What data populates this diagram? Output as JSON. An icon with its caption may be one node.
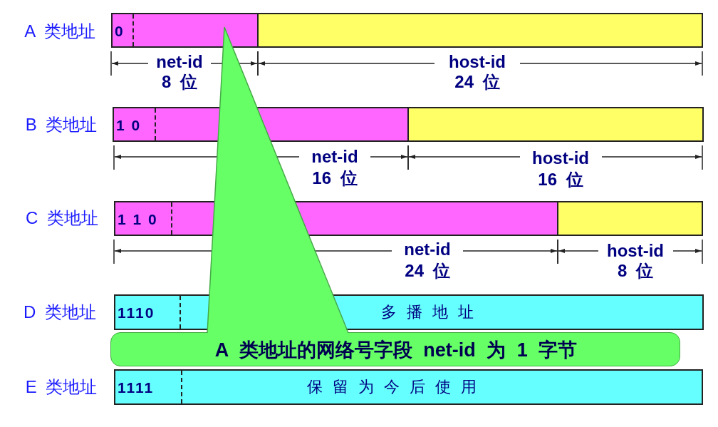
{
  "diagram": {
    "nodes": [
      {
        "text": [
          "0"
        ]
      },
      {
        "text": [],
        "shape": "box"
      },
      {
        "text": [
          "1 0"
        ]
      },
      {
        "text": [],
        "shape": "box"
      },
      {
        "text": [
          "1 1 0"
        ]
      },
      {
        "text": [],
        "shape": "box"
      },
      {
        "text": [
          "1110",
          "多 播 地 址"
        ]
      },
      {
        "text": [
          "1111",
          "保 留 为 今 后 使 用"
        ]
      },
      {
        "text": [
          "A 类地址的网络号字段 net-id 为 1 字节"
        ]
      }
    ],
    "edges": [],
    "labels": [
      "A 类地址",
      "net-id",
      "8 位",
      "host-id",
      "24 位",
      "B 类地址",
      "net-id",
      "16 位",
      "host-id",
      "16 位",
      "C 类地址",
      "net-id",
      "24 位",
      "host-id",
      "8 位",
      "D 类地址",
      "E 类地址"
    ]
  }
}
